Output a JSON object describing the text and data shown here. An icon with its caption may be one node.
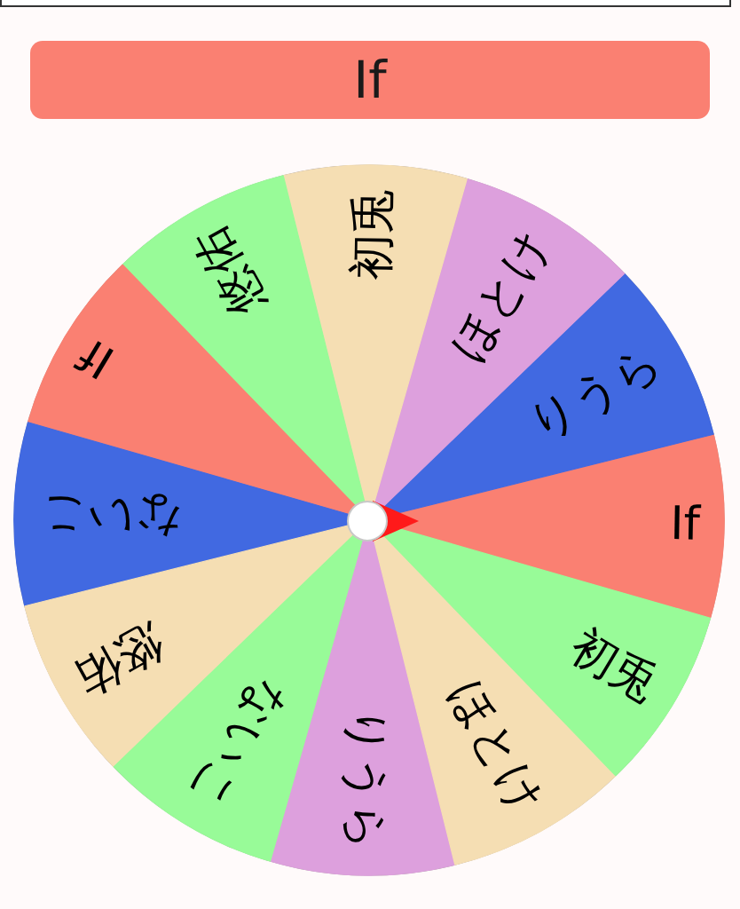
{
  "diagram": {
    "nodes": [
      {
        "text": [
          "If"
        ]
      },
      {
        "text": [
          "If"
        ]
      },
      {
        "text": [
          "りうら"
        ]
      },
      {
        "text": [
          "ほとけ"
        ]
      },
      {
        "text": [
          "初兎"
        ]
      },
      {
        "text": [
          "悠佑"
        ]
      },
      {
        "text": [
          "If"
        ]
      },
      {
        "text": [
          "ないこ"
        ]
      },
      {
        "text": [
          "悠佑"
        ]
      },
      {
        "text": [
          "ないこ"
        ]
      },
      {
        "text": [
          "りうら"
        ]
      },
      {
        "text": [
          "ほとけ"
        ]
      },
      {
        "text": [
          "初兎"
        ]
      }
    ]
  }
}
